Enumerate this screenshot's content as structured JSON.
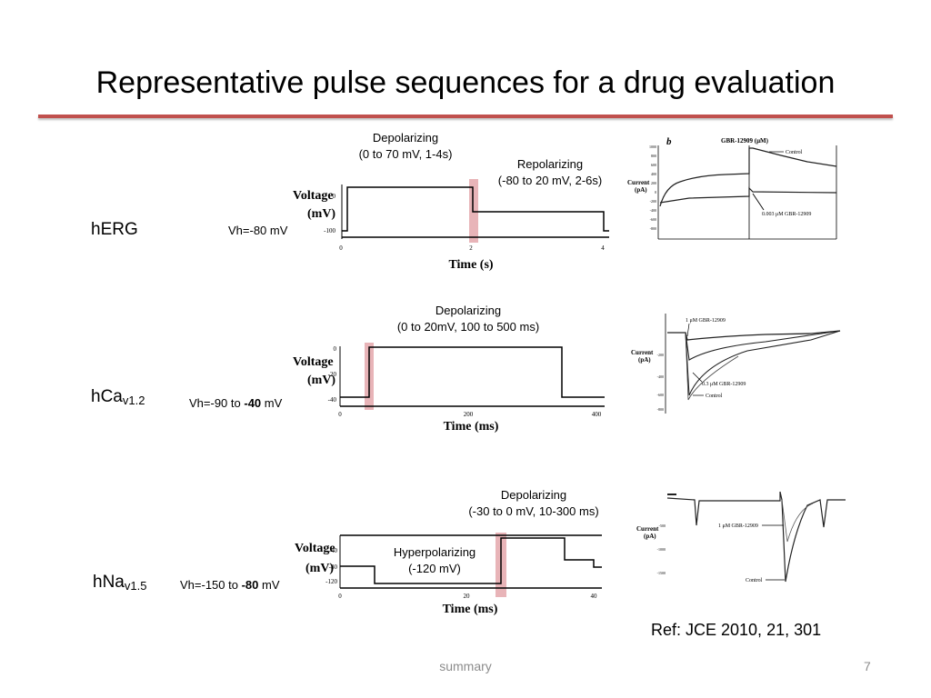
{
  "title": "Representative pulse sequences for a drug evaluation",
  "rows": [
    {
      "channel_main": "hERG",
      "channel_sub": "",
      "vh_prefix": "Vh=-80 mV",
      "vh_bold": "",
      "vh_suffix": "",
      "annotations": [
        {
          "line1": "Depolarizing",
          "line2": "(0 to 70 mV, 1-4s)"
        },
        {
          "line1": "Repolarizing",
          "line2": "(-80 to 20 mV, 2-6s)"
        }
      ],
      "plot": {
        "ylabel1": "Voltage",
        "ylabel2": "(mV)",
        "xlabel": "Time (s)",
        "yticks": [
          "0",
          "-100"
        ],
        "xticks": [
          "0",
          "2",
          "4"
        ]
      },
      "trace": {
        "panel_letter": "b",
        "header": "GBR-12909 (μM)",
        "ylabel1": "Current",
        "ylabel2": "(pA)",
        "yticks": [
          "1000",
          "800",
          "600",
          "400",
          "200",
          "0",
          "-200",
          "-400",
          "-600",
          "-800"
        ],
        "labels": [
          "Control",
          "0.003 μM GBR-12909"
        ]
      }
    },
    {
      "channel_main": "hCa",
      "channel_sub": "v1.2",
      "vh_prefix": "Vh=-90  to ",
      "vh_bold": "-40",
      "vh_suffix": " mV",
      "annotations": [
        {
          "line1": "Depolarizing",
          "line2": "(0 to 20mV, 100 to 500 ms)"
        }
      ],
      "plot": {
        "ylabel1": "Voltage",
        "ylabel2": "(mV)",
        "xlabel": "Time (ms)",
        "yticks": [
          "0",
          "-20",
          "-40"
        ],
        "xticks": [
          "0",
          "200",
          "400"
        ]
      },
      "trace": {
        "ylabel1": "Current",
        "ylabel2": "(pA)",
        "yticks": [
          "-200",
          "-400",
          "-600",
          "-800"
        ],
        "labels": [
          "1 μM GBR-12909",
          "0.3 μM GBR-12909",
          "Control"
        ]
      }
    },
    {
      "channel_main": "hNa",
      "channel_sub": "v1.5",
      "vh_prefix": "Vh=-150  to ",
      "vh_bold": "-80",
      "vh_suffix": " mV",
      "annotations": [
        {
          "line1": "Depolarizing",
          "line2": "(-30 to 0 mV, 10-300 ms)"
        },
        {
          "line1": "Hyperpolarizing",
          "line2": "(-120 mV)"
        }
      ],
      "plot": {
        "ylabel1": "Voltage",
        "ylabel2": "(mV)",
        "xlabel": "Time (ms)",
        "yticks": [
          "-40",
          "-80",
          "-120"
        ],
        "xticks": [
          "0",
          "20",
          "40"
        ]
      },
      "trace": {
        "ylabel1": "Current",
        "ylabel2": "(pA)",
        "yticks": [
          "-500",
          "-1000",
          "-1500"
        ],
        "labels": [
          "1 μM GBR-12909",
          "Control"
        ]
      }
    }
  ],
  "reference": "Ref: JCE 2010, 21, 301",
  "footer": "summary",
  "page_number": "7",
  "colors": {
    "accent_rule": "#c0504d",
    "highlight": "#e8b4b8",
    "footer_text": "#8c8c8c"
  }
}
